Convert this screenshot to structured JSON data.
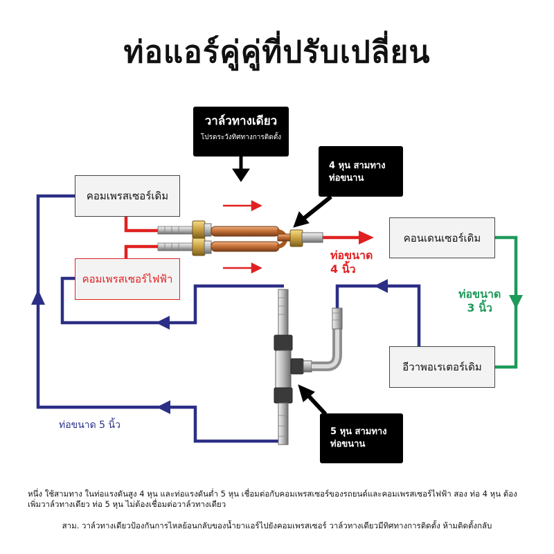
{
  "title": "ท่อแอร์คู่คู่ที่ปรับเปลี่ยน",
  "components": {
    "compressor_orig": "คอมเพรสเซอร์เดิม",
    "compressor_elec": "คอมเพรสเซอร์ไฟฟ้า",
    "condenser": "คอนเดนเซอร์เดิม",
    "evaporator": "อีวาพอเรเตอร์เดิม"
  },
  "callouts": {
    "valve_title": "วาล์วทางเดียว",
    "valve_sub": "โปรดระวังทิศทางการติดตั้ง",
    "tee4_line1": "4 หุน สามทาง",
    "tee4_line2": "ท่อขนาน",
    "tee5_line1": "5 หุน สามทาง",
    "tee5_line2": "ท่อขนาน"
  },
  "pipe_labels": {
    "red_line1": "ท่อขนาด",
    "red_line2": "4 นิ้ว",
    "green_line1": "ท่อขนาด",
    "green_line2": "3 นิ้ว",
    "blue": "ท่อขนาด 5 นิ้ว"
  },
  "notes": {
    "note1": "หนึ่ง ใช้สามทาง ในท่อแรงดันสูง 4 หุน และท่อแรงดันต่ำ 5 หุน เชื่อมต่อกับคอมเพรสเซอร์ของรถยนต์และคอมเพรสเซอร์ไฟฟ้า สอง ท่อ 4 หุน ต้องเพิ่มวาล์วทางเดียว ท่อ 5 หุน ไม่ต้องเชื่อมต่อวาล์วทางเดียว",
    "note2": "สาม. วาล์วทางเดียวป้องกันการไหลย้อนกลับของน้ำยาแอร์ไปยังคอมเพรสเซอร์ วาล์วทางเดียวมีทิศทางการติดตั้ง ห้ามติดตั้งกลับ"
  },
  "colors": {
    "high_pressure_pipe": "#e02020",
    "low_pressure_pipe": "#2b2f86",
    "condenser_pipe": "#1e9a5a",
    "callout_bg": "#000000",
    "copper": "#c8733a"
  }
}
